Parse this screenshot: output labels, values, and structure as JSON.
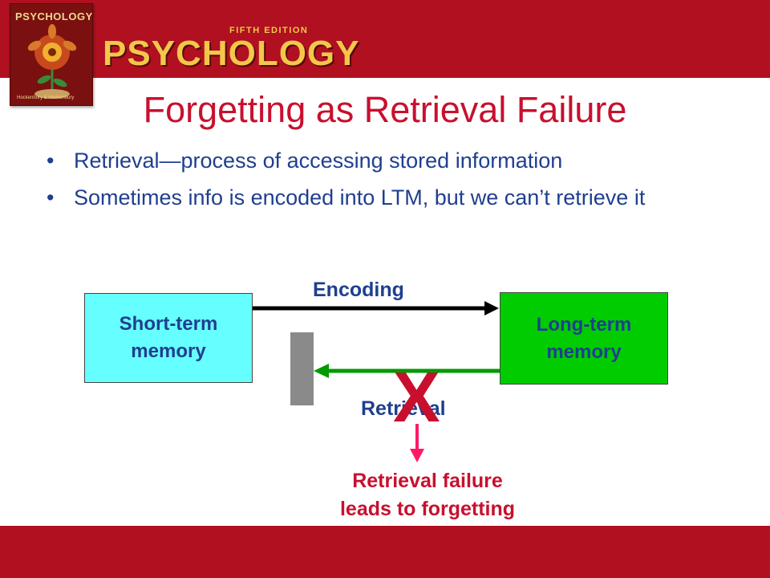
{
  "header": {
    "book_cover": {
      "title": "PSYCHOLOGY",
      "authors": "Hockenbury & Hockenbury"
    },
    "edition": "FIFTH EDITION",
    "book_title": "PSYCHOLOGY"
  },
  "slide": {
    "title": "Forgetting as Retrieval Failure",
    "bullets": [
      "Retrieval—process of accessing stored information",
      "Sometimes info is encoded into LTM, but we can’t retrieve it"
    ],
    "bullet_symbol": "•"
  },
  "diagram": {
    "short_term": "Short-term\nmemory",
    "long_term": "Long-term\nmemory",
    "encoding": "Encoding",
    "retrieval": "Retrieval",
    "x_mark": "X",
    "failure": "Retrieval failure\nleads to forgetting"
  },
  "colors": {
    "banner": "#b01020",
    "title": "#c8102e",
    "bullet_text": "#1f3f8f",
    "short_term_box": "#66ffff",
    "long_term_box": "#00cc00",
    "encoding_arrow": "#000000",
    "retrieval_arrow": "#009900",
    "block": "#8a8a8a",
    "failure_arrow": "#ff1a66",
    "gold": "#f2c84b"
  },
  "icons": {
    "cover_art": "flower-head-illustration-icon",
    "block": "barrier-block-icon"
  }
}
